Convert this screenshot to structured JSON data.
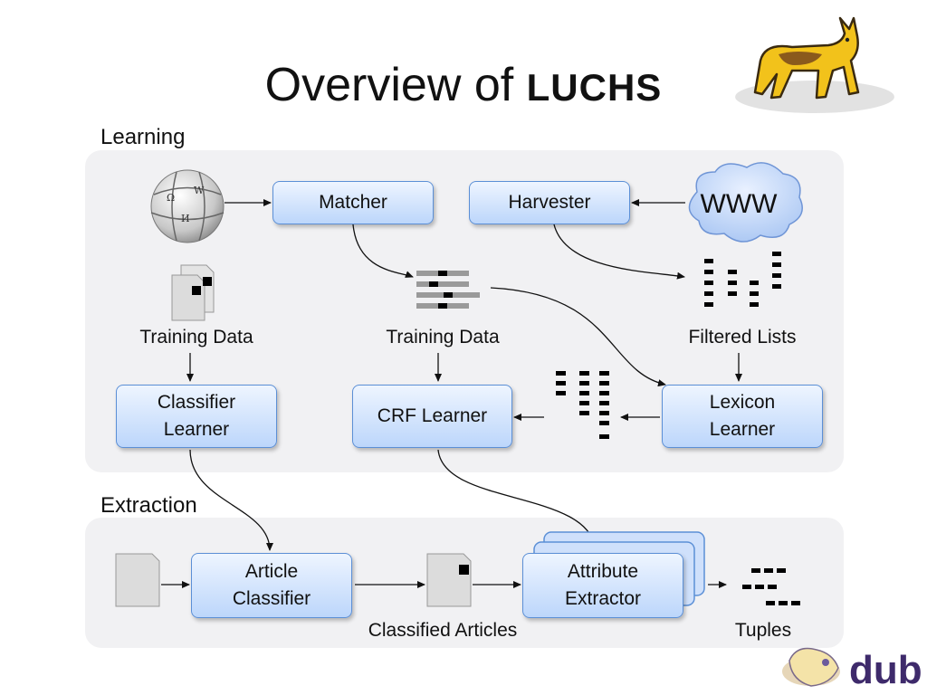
{
  "slide": {
    "title_prefix": "Overview of",
    "title_brand": "LUCHS"
  },
  "sections": {
    "learning": "Learning",
    "extraction": "Extraction"
  },
  "boxes": {
    "matcher": "Matcher",
    "harvester": "Harvester",
    "classifier_learner_l1": "Classifier",
    "classifier_learner_l2": "Learner",
    "crf_learner": "CRF Learner",
    "lexicon_learner_l1": "Lexicon",
    "lexicon_learner_l2": "Learner",
    "article_classifier_l1": "Article",
    "article_classifier_l2": "Classifier",
    "attribute_extractor_l1": "Attribute",
    "attribute_extractor_l2": "Extractor"
  },
  "labels": {
    "training_data_left": "Training Data",
    "training_data_mid": "Training Data",
    "filtered_lists": "Filtered Lists",
    "classified_articles": "Classified Articles",
    "tuples": "Tuples",
    "www": "WWW"
  },
  "logo": {
    "text": "dub"
  },
  "colors": {
    "box_border": "#5b8fd6",
    "box_fill_top": "#eef5ff",
    "box_fill_bottom": "#bcd6fb",
    "panel": "#f1f1f3",
    "logo_purple": "#3e2a6b"
  }
}
